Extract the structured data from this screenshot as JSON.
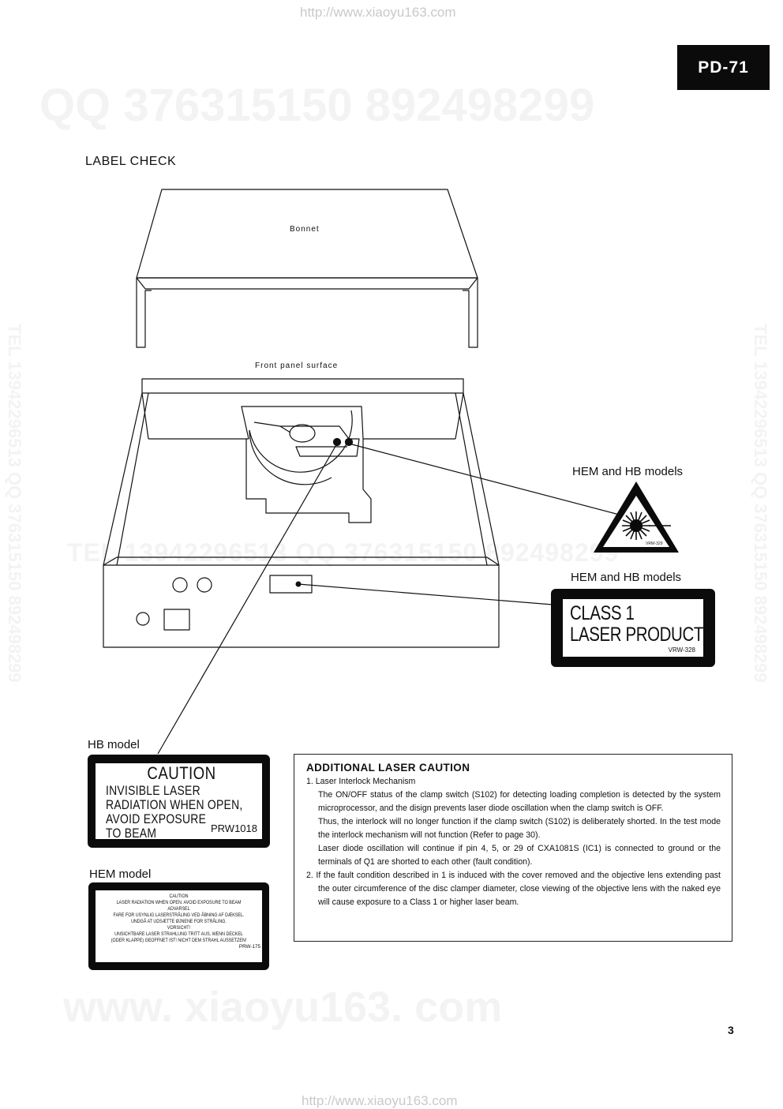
{
  "header": {
    "url_top": "http://www.xiaoyu163.com",
    "model_tab": "PD-71"
  },
  "footer": {
    "url_bottom": "http://www.xiaoyu163.com",
    "page_number": "3"
  },
  "watermarks": {
    "top": "QQ 376315150   892498299",
    "middle": "TEL 13942296513   QQ 376315150   892498299",
    "side": "TEL 13942296513  QQ 376315150  892498299",
    "bottom": "www. xiaoyu163. com"
  },
  "section_title": "LABEL CHECK",
  "diagram": {
    "bonnet_label": "Bonnet",
    "front_panel_label": "Front panel surface"
  },
  "labels": {
    "hem_hb_top": "HEM and HB models",
    "hem_hb_class": "HEM and HB models",
    "hb_model": "HB model",
    "hem_model": "HEM model",
    "triangle_code": "VRW-329",
    "class_label": {
      "line1": "CLASS 1",
      "line2": "LASER PRODUCT",
      "code": "VRW-328"
    },
    "hb_caution": {
      "title": "CAUTION",
      "line1": "INVISIBLE  LASER",
      "line2": "RADIATION  WHEN  OPEN,",
      "line3": "AVOID  EXPOSURE",
      "line4": "TO  BEAM",
      "code": "PRW1018"
    },
    "hem_caution": {
      "l1": "CAUTION",
      "l2": "LASER RADIATION WHEN OPEN. AVOID EXPOSURE TO BEAM",
      "l3": "ADVARSEL",
      "l4": "FARE FOR USYNLIG LASERSTRÅLING VED ÅBNING AF DÆKSEL.",
      "l5": "UNDGÅ AT UDSÆTTE ØJNENE FOR STRÅLING.",
      "l6": "VORSICHT!",
      "l7": "UNSICHTBARE LASER STRAHLUNG TRITT AUS, WENN DECKEL",
      "l8": "(ODER KLAPPE) GEOFFNET IST! NICHT DEM STRAHL AUSSETZEN!",
      "l9": "PRW-175"
    }
  },
  "caution_panel": {
    "title": "ADDITIONAL  LASER  CAUTION",
    "item1_heading": "1. Laser Interlock Mechanism",
    "item1_p1": "The ON/OFF status of the clamp switch (S102) for detecting loading completion is detected by the system microprocessor, and the disign prevents laser diode oscillation when the clamp switch is OFF.",
    "item1_p2": "Thus, the interlock will no longer function if the clamp switch (S102) is deliberately shorted. In the test mode the interlock mechanism will not function (Refer to page 30).",
    "item1_p3": "Laser diode oscillation will continue if pin 4, 5, or 29 of CXA1081S (IC1) is connected to ground or the terminals of Q1 are shorted to each other (fault condition).",
    "item2": "2. If the fault condition described in 1 is induced with the cover removed and the objective lens extending past the outer circumference of the disc clamper diameter, close viewing of the objective lens with the naked eye will cause exposure to a Class 1 or higher laser beam."
  },
  "colors": {
    "ink": "#111111",
    "label_black": "#0b0b0b",
    "watermark": "#f3f3f3",
    "url_grey": "#c9c9c9"
  }
}
